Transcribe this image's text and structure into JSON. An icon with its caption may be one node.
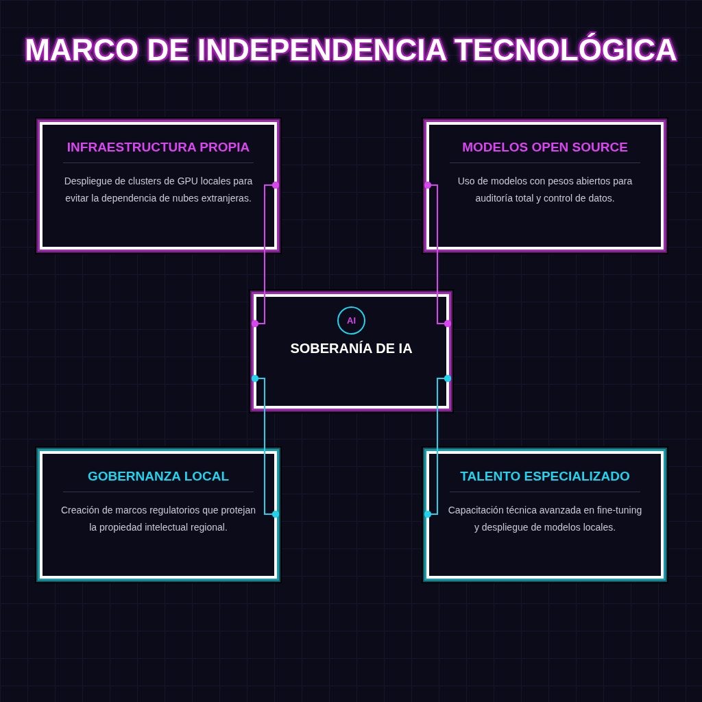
{
  "diagram": {
    "title": "MARCO DE INDEPENDENCIA TECNOLÓGICA",
    "nodes": [
      {
        "text": [
          "INFRAESTRUCTURA PROPIA",
          "Despliegue de clusters de GPU locales para evitar la dependencia de nubes extranjeras."
        ]
      },
      {
        "text": [
          "MODELOS OPEN SOURCE",
          "Uso de modelos con pesos abiertos para auditoría total y control de datos."
        ]
      },
      {
        "text": [
          "SOBERANÍA DE IA"
        ]
      },
      {
        "text": [
          "AI"
        ],
        "in": 2
      },
      {
        "text": [
          "GOBERNANZA LOCAL",
          "Creación de marcos regulatorios que protejan la propiedad intelectual regional."
        ]
      },
      {
        "text": [
          "TALENTO ESPECIALIZADO",
          "Capacitación técnica avanzada en fine-tuning y despliegue de modelos locales."
        ]
      }
    ],
    "edges": [
      {
        "from": 0,
        "to": 2,
        "arrow": "other",
        "color": "#d946ef"
      },
      {
        "from": 1,
        "to": 2,
        "arrow": "other",
        "color": "#d946ef"
      },
      {
        "from": 4,
        "to": 2,
        "arrow": "other",
        "color": "#22d3ee"
      },
      {
        "from": 5,
        "to": 2,
        "arrow": "other",
        "color": "#22d3ee"
      }
    ]
  }
}
